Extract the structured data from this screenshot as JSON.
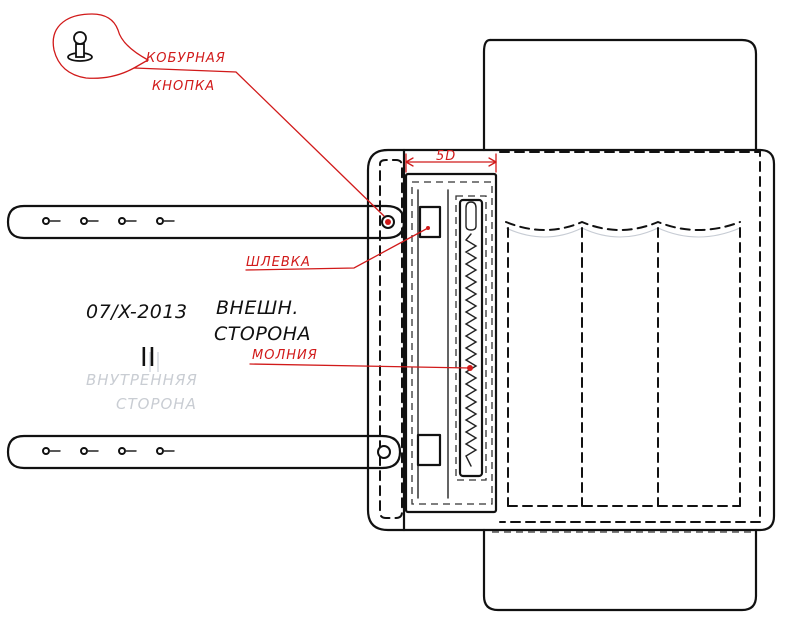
{
  "labels": {
    "holster_button": [
      "КОБУРНАЯ",
      "КНОПКА"
    ],
    "loop": "ШЛЕВКА",
    "zipper": "МОЛНИЯ",
    "dimension": "5D",
    "date": "07/X-2013",
    "side": [
      "ВНЕШН.",
      "СТОРОНА"
    ],
    "mark": "II",
    "ghost_text": [
      "ВНУТРЕННЯЯ",
      "СТОРОНА"
    ]
  },
  "colors": {
    "ink": "#111111",
    "annotation": "#d11a1a",
    "ghost": "#c9cdd3"
  },
  "icons": {
    "holster_button": "push-button-stud-icon"
  }
}
